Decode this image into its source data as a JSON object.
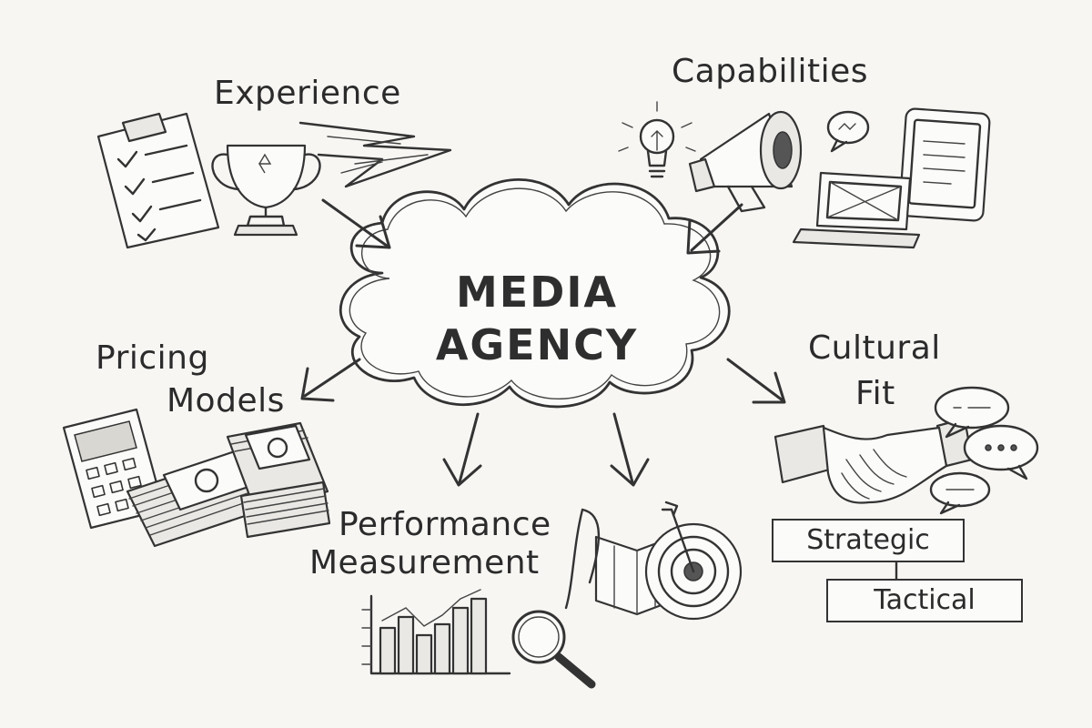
{
  "center": {
    "line1": "MEDIA",
    "line2": "AGENCY"
  },
  "topics": {
    "experience": "Experience",
    "capabilities": "Capabilities",
    "pricing_line1": "Pricing",
    "pricing_line2": "Models",
    "cultural_line1": "Cultural",
    "cultural_line2": "Fit",
    "performance_line1": "Performance",
    "performance_line2": "Measurement"
  },
  "boxes": {
    "strategic": "Strategic",
    "tactical": "Tactical"
  },
  "icons": [
    "clipboard-checklist-icon",
    "trophy-icon",
    "lightbulb-icon",
    "megaphone-icon",
    "chat-bubble-icon",
    "tablet-icon",
    "laptop-icon",
    "calculator-icon",
    "cash-stack-icon",
    "bar-chart-icon",
    "magnifying-glass-icon",
    "target-icon",
    "handshake-icon",
    "speech-bubbles-icon"
  ],
  "colors": {
    "ink": "#2b2b2b",
    "paper": "#f7f6f3"
  }
}
